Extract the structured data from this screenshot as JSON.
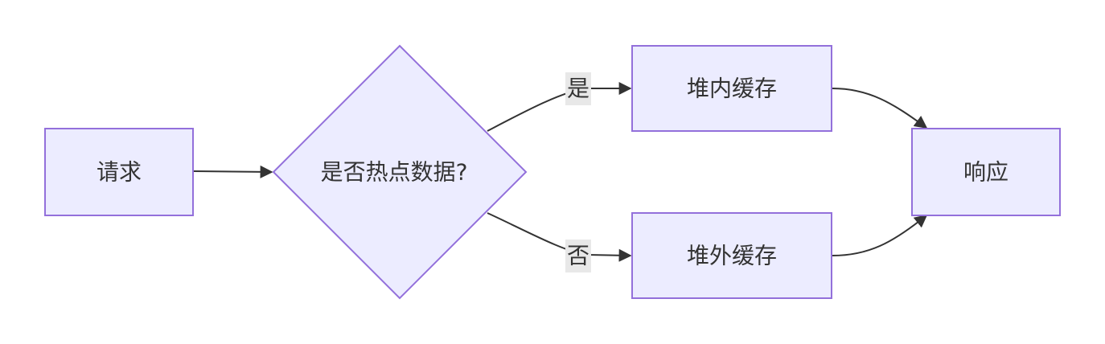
{
  "nodes": {
    "request": "请求",
    "decision": "是否热点数据?",
    "heap_cache": "堆内缓存",
    "offheap_cache": "堆外缓存",
    "response": "响应"
  },
  "edge_labels": {
    "yes": "是",
    "no": "否"
  },
  "colors": {
    "node_fill": "#ececff",
    "node_stroke": "#9370db",
    "edge": "#333333",
    "label_bg": "#e8e8e8",
    "text": "#333333"
  }
}
